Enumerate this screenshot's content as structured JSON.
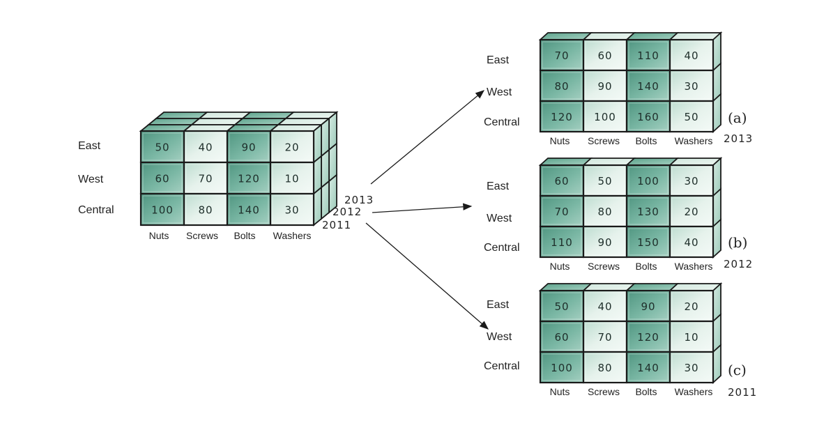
{
  "cube": {
    "regions": [
      "East",
      "West",
      "Central"
    ],
    "products": [
      "Nuts",
      "Screws",
      "Bolts",
      "Washers"
    ],
    "years": [
      "2013",
      "2012",
      "2011"
    ],
    "values": [
      [
        50,
        40,
        90,
        20
      ],
      [
        60,
        70,
        120,
        10
      ],
      [
        100,
        80,
        140,
        30
      ]
    ]
  },
  "slices": [
    {
      "tag": "(a)",
      "year": "2013",
      "regions": [
        "East",
        "West",
        "Central"
      ],
      "products": [
        "Nuts",
        "Screws",
        "Bolts",
        "Washers"
      ],
      "values": [
        [
          70,
          60,
          110,
          40
        ],
        [
          80,
          90,
          140,
          30
        ],
        [
          120,
          100,
          160,
          50
        ]
      ]
    },
    {
      "tag": "(b)",
      "year": "2012",
      "regions": [
        "East",
        "West",
        "Central"
      ],
      "products": [
        "Nuts",
        "Screws",
        "Bolts",
        "Washers"
      ],
      "values": [
        [
          60,
          50,
          100,
          30
        ],
        [
          70,
          80,
          130,
          20
        ],
        [
          110,
          90,
          150,
          40
        ]
      ]
    },
    {
      "tag": "(c)",
      "year": "2011",
      "regions": [
        "East",
        "West",
        "Central"
      ],
      "products": [
        "Nuts",
        "Screws",
        "Bolts",
        "Washers"
      ],
      "values": [
        [
          50,
          40,
          90,
          20
        ],
        [
          60,
          70,
          120,
          10
        ],
        [
          100,
          80,
          140,
          30
        ]
      ]
    }
  ],
  "colors": {
    "dark": "#5e9f8b",
    "light": "#cfe5dc",
    "lighter": "#e4f0eb",
    "edge": "#1a1a1a"
  }
}
